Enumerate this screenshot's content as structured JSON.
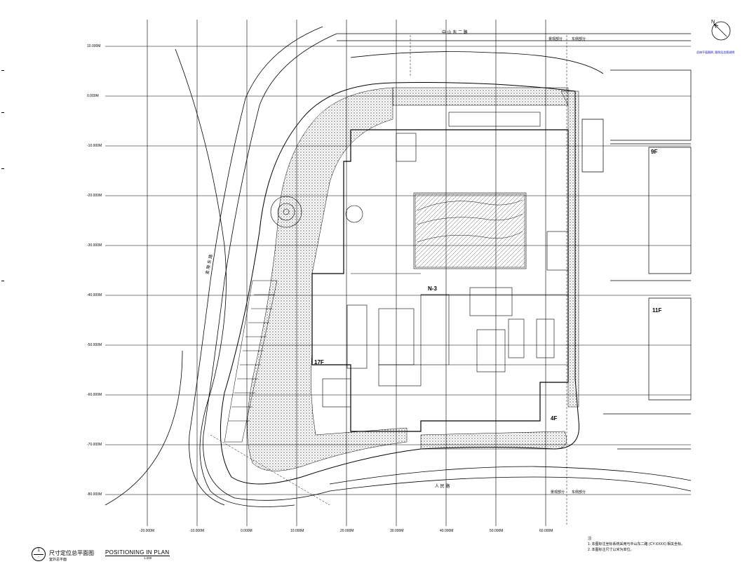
{
  "drawing": {
    "title_cn": "尺寸定位总平面图",
    "title_en": "POSITIONING IN PLAN",
    "subtitle": "室外总平面",
    "scale": "1:200",
    "number": "1",
    "number_sub": "-"
  },
  "y_axis_labels": [
    "10.000M",
    "0.000M",
    "-10.000M",
    "-20.000M",
    "-30.000M",
    "-40.000M",
    "-50.000M",
    "-60.000M",
    "-70.000M",
    "-80.000M"
  ],
  "x_axis_labels": [
    "-20.000M",
    "-10.000M",
    "0.000M",
    "10.000M",
    "20.000M",
    "30.000M",
    "40.000M",
    "50.000M",
    "60.000M"
  ],
  "zones": {
    "n3": "N-3",
    "f17": "17F",
    "f9": "9F",
    "f11": "11F",
    "f4": "4F"
  },
  "roads": {
    "north": "中 山 东 二 路",
    "south": "人 民 路",
    "west": "金 陵 东 路",
    "north_note1": "景观部分",
    "north_note2": "东侧部分",
    "south_note1": "景观部分",
    "south_note2": "东侧部分"
  },
  "notes": {
    "header": "注:",
    "line1": "1. 本图标注坐标系统采用与中山东二路 (CY-XXXX) 相关坐标。",
    "line2": "2. 本图标注尺寸以米为单位。"
  },
  "legend_note": "总体平面图例, 图例见总图说明",
  "north_symbol": "N"
}
